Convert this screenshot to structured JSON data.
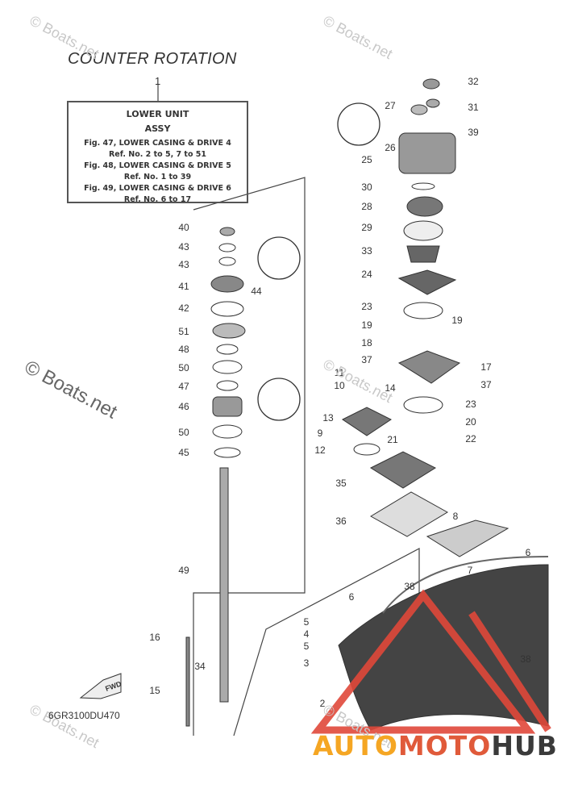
{
  "title": "COUNTER ROTATION",
  "assy_ref": "1",
  "assy_box": {
    "line1": "LOWER UNIT",
    "line2": "ASSY",
    "line3": "Fig. 47, LOWER CASING & DRIVE 4",
    "line4": "Ref. No. 2 to 5, 7 to 51",
    "line5": "Fig. 48, LOWER CASING & DRIVE 5",
    "line6": "Ref. No. 1 to 39",
    "line7": "Fig. 49, LOWER CASING & DRIVE 6",
    "line8": "Ref. No. 6 to 17"
  },
  "diagram_code": "6GR3100DU470",
  "fwd_label": "FWD",
  "watermarks": {
    "text": "© Boats.net"
  },
  "logo": {
    "part1": "AUTO",
    "part2": "MOTO",
    "part3": "HUB"
  },
  "callouts": [
    {
      "id": "c32",
      "text": "32"
    },
    {
      "id": "c27",
      "text": "27"
    },
    {
      "id": "c31",
      "text": "31"
    },
    {
      "id": "c39",
      "text": "39"
    },
    {
      "id": "c26",
      "text": "26"
    },
    {
      "id": "c25",
      "text": "25"
    },
    {
      "id": "c30",
      "text": "30"
    },
    {
      "id": "c28",
      "text": "28"
    },
    {
      "id": "c29",
      "text": "29"
    },
    {
      "id": "c33",
      "text": "33"
    },
    {
      "id": "c24",
      "text": "24"
    },
    {
      "id": "c23a",
      "text": "23"
    },
    {
      "id": "c19a",
      "text": "19"
    },
    {
      "id": "c19b",
      "text": "19"
    },
    {
      "id": "c18",
      "text": "18"
    },
    {
      "id": "c37a",
      "text": "37"
    },
    {
      "id": "c17",
      "text": "17"
    },
    {
      "id": "c37b",
      "text": "37"
    },
    {
      "id": "c11",
      "text": "11"
    },
    {
      "id": "c10",
      "text": "10"
    },
    {
      "id": "c14",
      "text": "14"
    },
    {
      "id": "c23b",
      "text": "23"
    },
    {
      "id": "c13",
      "text": "13"
    },
    {
      "id": "c20",
      "text": "20"
    },
    {
      "id": "c9",
      "text": "9"
    },
    {
      "id": "c21",
      "text": "21"
    },
    {
      "id": "c22",
      "text": "22"
    },
    {
      "id": "c12",
      "text": "12"
    },
    {
      "id": "c35",
      "text": "35"
    },
    {
      "id": "c36",
      "text": "36"
    },
    {
      "id": "c8",
      "text": "8"
    },
    {
      "id": "c6a",
      "text": "6"
    },
    {
      "id": "c7",
      "text": "7"
    },
    {
      "id": "c38a",
      "text": "38"
    },
    {
      "id": "c6b",
      "text": "6"
    },
    {
      "id": "c5a",
      "text": "5"
    },
    {
      "id": "c4",
      "text": "4"
    },
    {
      "id": "c5b",
      "text": "5"
    },
    {
      "id": "c3",
      "text": "3"
    },
    {
      "id": "c38b",
      "text": "38"
    },
    {
      "id": "c2",
      "text": "2"
    },
    {
      "id": "c40",
      "text": "40"
    },
    {
      "id": "c43a",
      "text": "43"
    },
    {
      "id": "c43b",
      "text": "43"
    },
    {
      "id": "c41",
      "text": "41"
    },
    {
      "id": "c44",
      "text": "44"
    },
    {
      "id": "c42",
      "text": "42"
    },
    {
      "id": "c51",
      "text": "51"
    },
    {
      "id": "c48",
      "text": "48"
    },
    {
      "id": "c50a",
      "text": "50"
    },
    {
      "id": "c47",
      "text": "47"
    },
    {
      "id": "c46",
      "text": "46"
    },
    {
      "id": "c50b",
      "text": "50"
    },
    {
      "id": "c45",
      "text": "45"
    },
    {
      "id": "c49",
      "text": "49"
    },
    {
      "id": "c16",
      "text": "16"
    },
    {
      "id": "c34",
      "text": "34"
    },
    {
      "id": "c15",
      "text": "15"
    }
  ],
  "colors": {
    "line": "#444444",
    "part_dark": "#555555",
    "triangle": "#e0483a",
    "watermark": "#c8c8c8"
  }
}
